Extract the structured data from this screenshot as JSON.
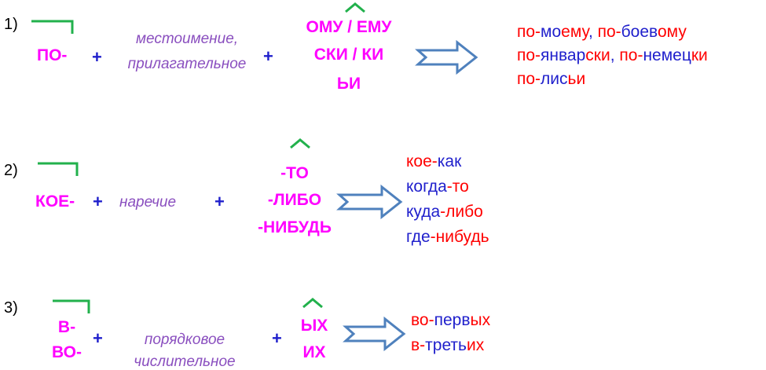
{
  "rule1": {
    "number": "1)",
    "prefix": "ПО-",
    "plus1": "+",
    "base": [
      "местоимение,",
      "прилагательное"
    ],
    "plus2": "+",
    "suffixes": [
      "ОМУ / ЕМУ",
      "СКИ / КИ",
      "ЬИ"
    ],
    "examples": [
      [
        {
          "t": "по-",
          "c": "r"
        },
        {
          "t": "мо",
          "c": "b"
        },
        {
          "t": "ему",
          "c": "r"
        },
        {
          "t": ", ",
          "c": "b"
        },
        {
          "t": "по-",
          "c": "r"
        },
        {
          "t": "боев",
          "c": "b"
        },
        {
          "t": "ому",
          "c": "r"
        }
      ],
      [
        {
          "t": "по-",
          "c": "r"
        },
        {
          "t": "январ",
          "c": "b"
        },
        {
          "t": "ски",
          "c": "r"
        },
        {
          "t": ", ",
          "c": "b"
        },
        {
          "t": "по-",
          "c": "r"
        },
        {
          "t": "немец",
          "c": "b"
        },
        {
          "t": "ки",
          "c": "r"
        }
      ],
      [
        {
          "t": "по-",
          "c": "r"
        },
        {
          "t": "лис",
          "c": "b"
        },
        {
          "t": "ьи",
          "c": "r"
        }
      ]
    ]
  },
  "rule2": {
    "number": "2)",
    "prefix": "КОЕ-",
    "plus1": "+",
    "base": [
      "наречие"
    ],
    "plus2": "+",
    "suffixes": [
      "-ТО",
      "-ЛИБО",
      "-НИБУДЬ"
    ],
    "examples": [
      [
        {
          "t": "кое-",
          "c": "r"
        },
        {
          "t": "как",
          "c": "b"
        }
      ],
      [
        {
          "t": "когда",
          "c": "b"
        },
        {
          "t": "-то",
          "c": "r"
        }
      ],
      [
        {
          "t": "куда",
          "c": "b"
        },
        {
          "t": "-либо",
          "c": "r"
        }
      ],
      [
        {
          "t": "где",
          "c": "b"
        },
        {
          "t": "-нибудь",
          "c": "r"
        }
      ]
    ]
  },
  "rule3": {
    "number": "3)",
    "prefix": [
      "В-",
      "ВО-"
    ],
    "plus1": "+",
    "base": [
      "порядковое",
      "числительное"
    ],
    "plus2": "+",
    "suffixes": [
      "ЫХ",
      "ИХ"
    ],
    "examples": [
      [
        {
          "t": "во-",
          "c": "r"
        },
        {
          "t": "перв",
          "c": "b"
        },
        {
          "t": "ых",
          "c": "r"
        }
      ],
      [
        {
          "t": "в-",
          "c": "r"
        },
        {
          "t": "треть",
          "c": "b"
        },
        {
          "t": "их",
          "c": "r"
        }
      ]
    ]
  },
  "colors": {
    "pink": "#ff00ff",
    "blue": "#1f1fcc",
    "red": "#ff0000",
    "purple": "#8a4fbf",
    "green": "#22b14c",
    "arrow": "#4f81bd"
  },
  "icons": {
    "prefix_mark": "prefix-bracket-icon",
    "suffix_mark": "suffix-caret-icon",
    "arrow": "outline-arrow-icon"
  }
}
